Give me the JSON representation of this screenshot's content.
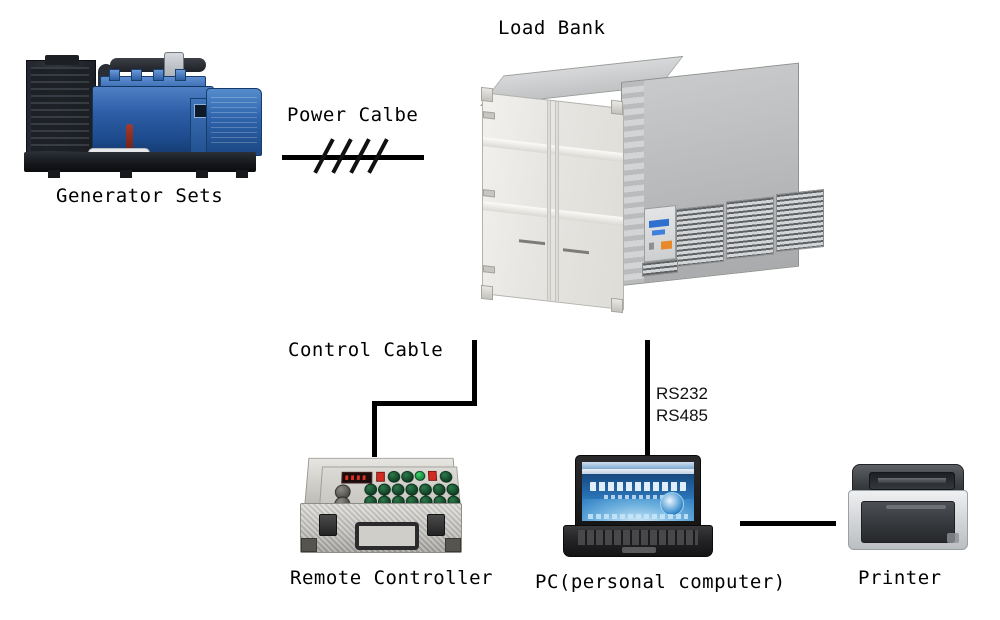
{
  "diagram": {
    "title_label": "Load Bank",
    "nodes": [
      {
        "id": "generator",
        "label": "Generator Sets",
        "kind": "diesel-generator-set"
      },
      {
        "id": "load_bank",
        "label": "Load Bank",
        "kind": "container-load-bank"
      },
      {
        "id": "remote_controller",
        "label": "Remote Controller",
        "kind": "portable-control-case"
      },
      {
        "id": "pc",
        "label": "PC(personal computer)",
        "kind": "laptop-computer"
      },
      {
        "id": "printer",
        "label": "Printer",
        "kind": "laser-printer"
      }
    ],
    "connections": [
      {
        "id": "power_cable",
        "label": "Power Calbe",
        "from": "generator",
        "to": "load_bank",
        "symbol": "four-slash-phase-marks"
      },
      {
        "id": "control_cable",
        "label": "Control Cable",
        "from": "load_bank",
        "to": "remote_controller",
        "symbol": "stepped-line"
      },
      {
        "id": "serial_link",
        "label_line1": "RS232",
        "label_line2": "RS485",
        "from": "load_bank",
        "to": "pc",
        "symbol": "straight-line"
      },
      {
        "id": "printer_link",
        "label": "",
        "from": "pc",
        "to": "printer",
        "symbol": "straight-line"
      }
    ],
    "colors": {
      "line": "#000000",
      "text": "#000000",
      "background": "#ffffff",
      "generator_blue": "#2f5fa8",
      "load_bank_grey": "#bdbfc1",
      "load_bank_door": "#e6e5e1"
    }
  }
}
